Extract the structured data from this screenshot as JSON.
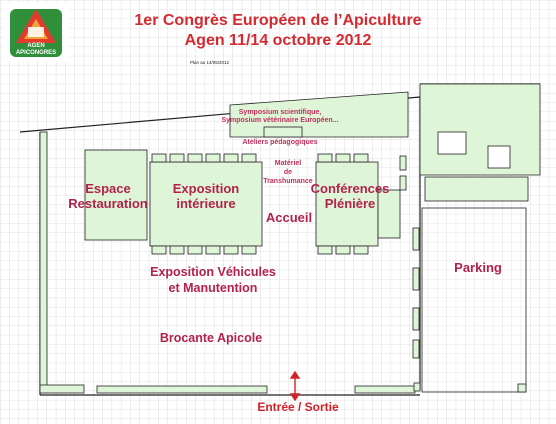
{
  "header": {
    "title_line1": "1er Congrès Européen de l’Apiculture",
    "title_line2": "Agen 11/14 octobre 2012",
    "plan_date": "Plan au 14/05/2012",
    "logo_text_line1": "AGEN",
    "logo_text_line2": "APICONGRES"
  },
  "areas": {
    "symposium_line1": "Symposium scientifique,",
    "symposium_line2": "Symposium vétérinaire Européen...",
    "ateliers": "Ateliers pédagogiques",
    "materiel_line1": "Matériel",
    "materiel_line2": "de",
    "materiel_line3": "Transhumance",
    "espace_line1": "Espace",
    "espace_line2": "Restauration",
    "expo_int_line1": "Exposition",
    "expo_int_line2": "intérieure",
    "conf_line1": "Conférences",
    "conf_line2": "Plénière",
    "accueil": "Accueil",
    "vehicules_line1": "Exposition Véhicules",
    "vehicules_line2": "et Manutention",
    "brocante": "Brocante Apicole",
    "parking": "Parking",
    "entree": "Entrée / Sortie"
  },
  "colors": {
    "building_fill": "#dff5d8",
    "outline": "#222222",
    "title_red": "#d42a30",
    "label_maroon": "#b2224b",
    "grid": "#c8c8c8"
  }
}
